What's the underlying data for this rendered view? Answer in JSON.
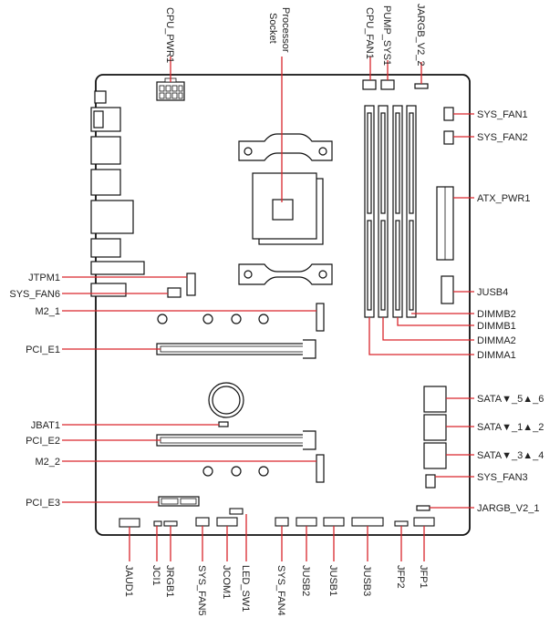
{
  "labels": {
    "cpu_pwr1": "CPU_PWR1",
    "processor_socket": [
      "Processor",
      "Socket"
    ],
    "cpu_fan1": "CPU_FAN1",
    "pump_sys1": "PUMP_SYS1",
    "jargb_v2_2": "JARGB_V2_2",
    "sys_fan1": "SYS_FAN1",
    "sys_fan2": "SYS_FAN2",
    "atx_pwr1": "ATX_PWR1",
    "jusb4": "JUSB4",
    "dimmb2": "DIMMB2",
    "dimmb1": "DIMMB1",
    "dimma2": "DIMMA2",
    "dimma1": "DIMMA1",
    "sata_5_6": "SATA▼_5▲_6",
    "sata_1_2": "SATA▼_1▲_2",
    "sata_3_4": "SATA▼_3▲_4",
    "sys_fan3": "SYS_FAN3",
    "jargb_v2_1": "JARGB_V2_1",
    "jtpm1": "JTPM1",
    "sys_fan6": "SYS_FAN6",
    "m2_1": "M2_1",
    "pci_e1": "PCI_E1",
    "jbat1": "JBAT1",
    "pci_e2": "PCI_E2",
    "m2_2": "M2_2",
    "pci_e3": "PCI_E3",
    "jaud1": "JAUD1",
    "jci1": "JCI1",
    "jrgb1": "JRGB1",
    "sys_fan5": "SYS_FAN5",
    "jcom1": "JCOM1",
    "led_sw1": "LED_SW1",
    "sys_fan4": "SYS_FAN4",
    "jusb2": "JUSB2",
    "jusb1": "JUSB1",
    "jusb3": "JUSB3",
    "jfp2": "JFP2",
    "jfp1": "JFP1"
  },
  "colors": {
    "leader": "#d9262c",
    "outline": "#111111",
    "text": "#222222"
  }
}
